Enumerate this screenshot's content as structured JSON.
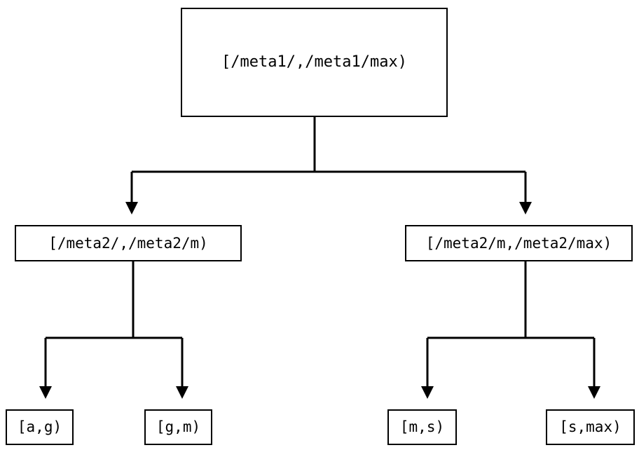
{
  "diagram": {
    "type": "tree",
    "orientation": "top-down",
    "background_color": "#ffffff",
    "line_color": "#000000",
    "text_color": "#000000",
    "nodes": {
      "root": {
        "label": "[/meta1/,/meta1/max)",
        "level": 0
      },
      "mid_left": {
        "label": "[/meta2/,/meta2/m)",
        "level": 1
      },
      "mid_right": {
        "label": "[/meta2/m,/meta2/max)",
        "level": 1
      },
      "leaf_ag": {
        "label": "[a,g)",
        "level": 2
      },
      "leaf_gm": {
        "label": "[g,m)",
        "level": 2
      },
      "leaf_ms": {
        "label": "[m,s)",
        "level": 2
      },
      "leaf_smax": {
        "label": "[s,max)",
        "level": 2
      }
    },
    "edges": [
      {
        "from": "root",
        "to": "mid_left",
        "arrow": "down-triangle"
      },
      {
        "from": "root",
        "to": "mid_right",
        "arrow": "down-triangle"
      },
      {
        "from": "mid_left",
        "to": "leaf_ag",
        "arrow": "down-triangle"
      },
      {
        "from": "mid_left",
        "to": "leaf_gm",
        "arrow": "down-triangle"
      },
      {
        "from": "mid_right",
        "to": "leaf_ms",
        "arrow": "down-triangle"
      },
      {
        "from": "mid_right",
        "to": "leaf_smax",
        "arrow": "down-triangle"
      }
    ]
  }
}
